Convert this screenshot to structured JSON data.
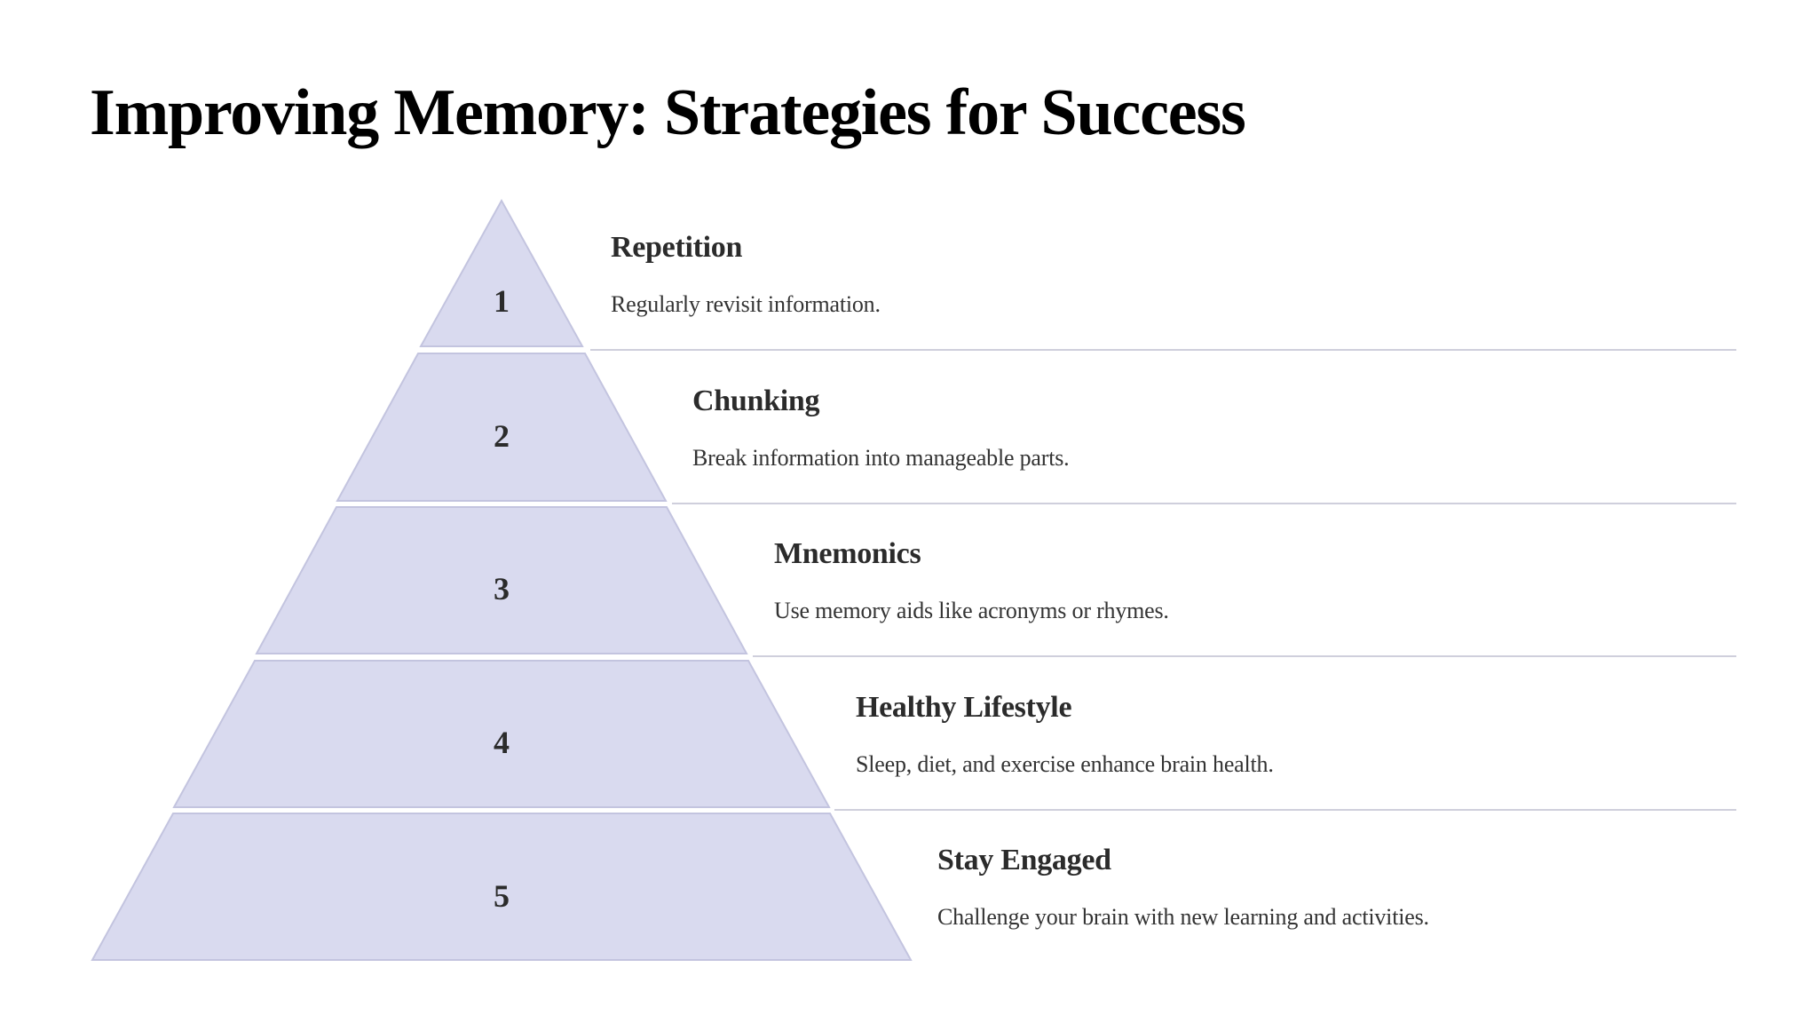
{
  "title": "Improving Memory: Strategies for Success",
  "colors": {
    "tier_fill": "#d9daef",
    "tier_stroke": "#c3c4df",
    "divider": "#cfcfdc"
  },
  "levels": [
    {
      "number": "1",
      "heading": "Repetition",
      "description": "Regularly revisit information."
    },
    {
      "number": "2",
      "heading": "Chunking",
      "description": "Break information into manageable parts."
    },
    {
      "number": "3",
      "heading": "Mnemonics",
      "description": "Use memory aids like acronyms or rhymes."
    },
    {
      "number": "4",
      "heading": "Healthy Lifestyle",
      "description": "Sleep, diet, and exercise enhance brain health."
    },
    {
      "number": "5",
      "heading": "Stay Engaged",
      "description": "Challenge your brain with new learning and activities."
    }
  ]
}
